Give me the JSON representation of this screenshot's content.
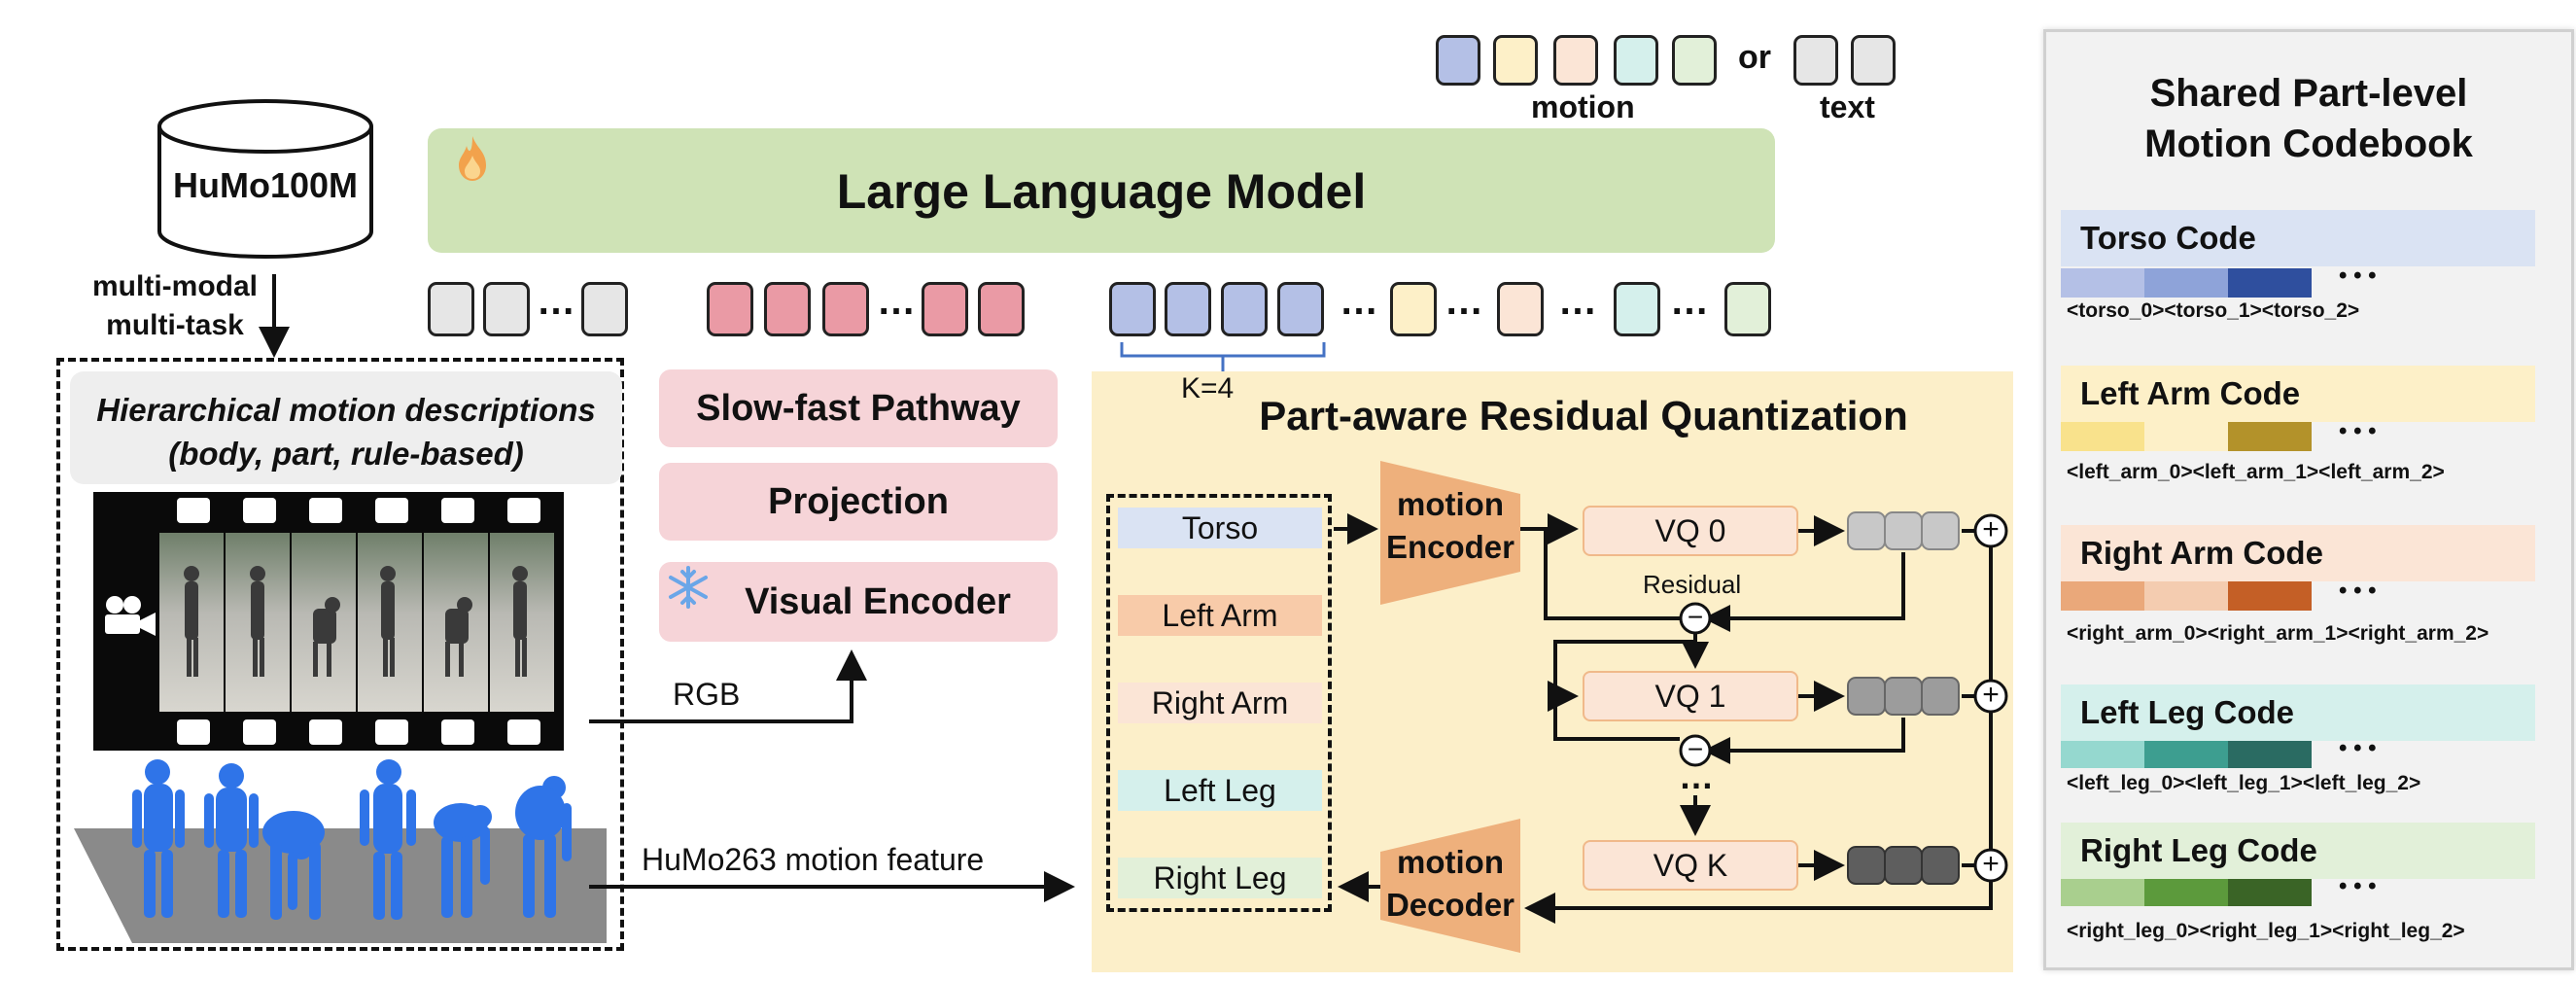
{
  "dataset": {
    "label": "HuMo100M"
  },
  "task_label": {
    "line1": "multi-modal",
    "line2": "multi-task"
  },
  "descriptions": {
    "line1": "Hierarchical motion descriptions",
    "line2": "(body, part, rule-based)"
  },
  "llm": {
    "title": "Large Language Model"
  },
  "output_legend": {
    "motion": "motion",
    "or": "or",
    "text": "text"
  },
  "k_label": "K=4",
  "dots": "…",
  "vision_branch": {
    "slow_fast": "Slow-fast Pathway",
    "projection": "Projection",
    "visual_encoder": "Visual Encoder"
  },
  "rgb_label": "RGB",
  "motion_feature_label": "HuMo263 motion feature",
  "quantization": {
    "title": "Part-aware Residual Quantization",
    "parts": [
      "Torso",
      "Left Arm",
      "Right Arm",
      "Left Leg",
      "Right Leg"
    ],
    "encoder": {
      "line1": "motion",
      "line2": "Encoder"
    },
    "decoder": {
      "line1": "motion",
      "line2": "Decoder"
    },
    "vq0": "VQ 0",
    "vq1": "VQ 1",
    "vqk": "VQ K",
    "residual": "Residual",
    "minus": "−",
    "plus": "+",
    "vdots": "…"
  },
  "codebook": {
    "title_line1": "Shared Part-level",
    "title_line2": "Motion Codebook",
    "entries": [
      {
        "name": "Torso Code",
        "codes": "<torso_0><torso_1><torso_2>"
      },
      {
        "name": "Left Arm Code",
        "codes": "<left_arm_0><left_arm_1><left_arm_2>"
      },
      {
        "name": "Right Arm Code",
        "codes": "<right_arm_0><right_arm_1><right_arm_2>"
      },
      {
        "name": "Left Leg Code",
        "codes": "<left_leg_0><left_leg_1><left_leg_2>"
      },
      {
        "name": "Right Leg Code",
        "codes": "<right_leg_0><right_leg_1><right_leg_2>"
      }
    ],
    "ellipsis": "• • •"
  },
  "colors": {
    "llm_bg": "#cfe3b6",
    "vision_bg": "#f6d4d8",
    "quant_bg": "#fcefc9",
    "codec_orange": "#eeb07c",
    "vq_bg": "#fbe5d6",
    "torso_token": "#b4c0e6",
    "arm_token": "#fdf0c8",
    "rarm_token": "#fbe5d6",
    "lleg_token": "#d5f0ec",
    "rleg_token": "#e2f0d9",
    "text_token": "#e6e6e6",
    "vis_token": "#ea9aa5",
    "figure_blue": "#2f74e8"
  },
  "icons": [
    "fire-icon",
    "snowflake-icon",
    "video-camera-icon",
    "database-cylinder-icon"
  ]
}
